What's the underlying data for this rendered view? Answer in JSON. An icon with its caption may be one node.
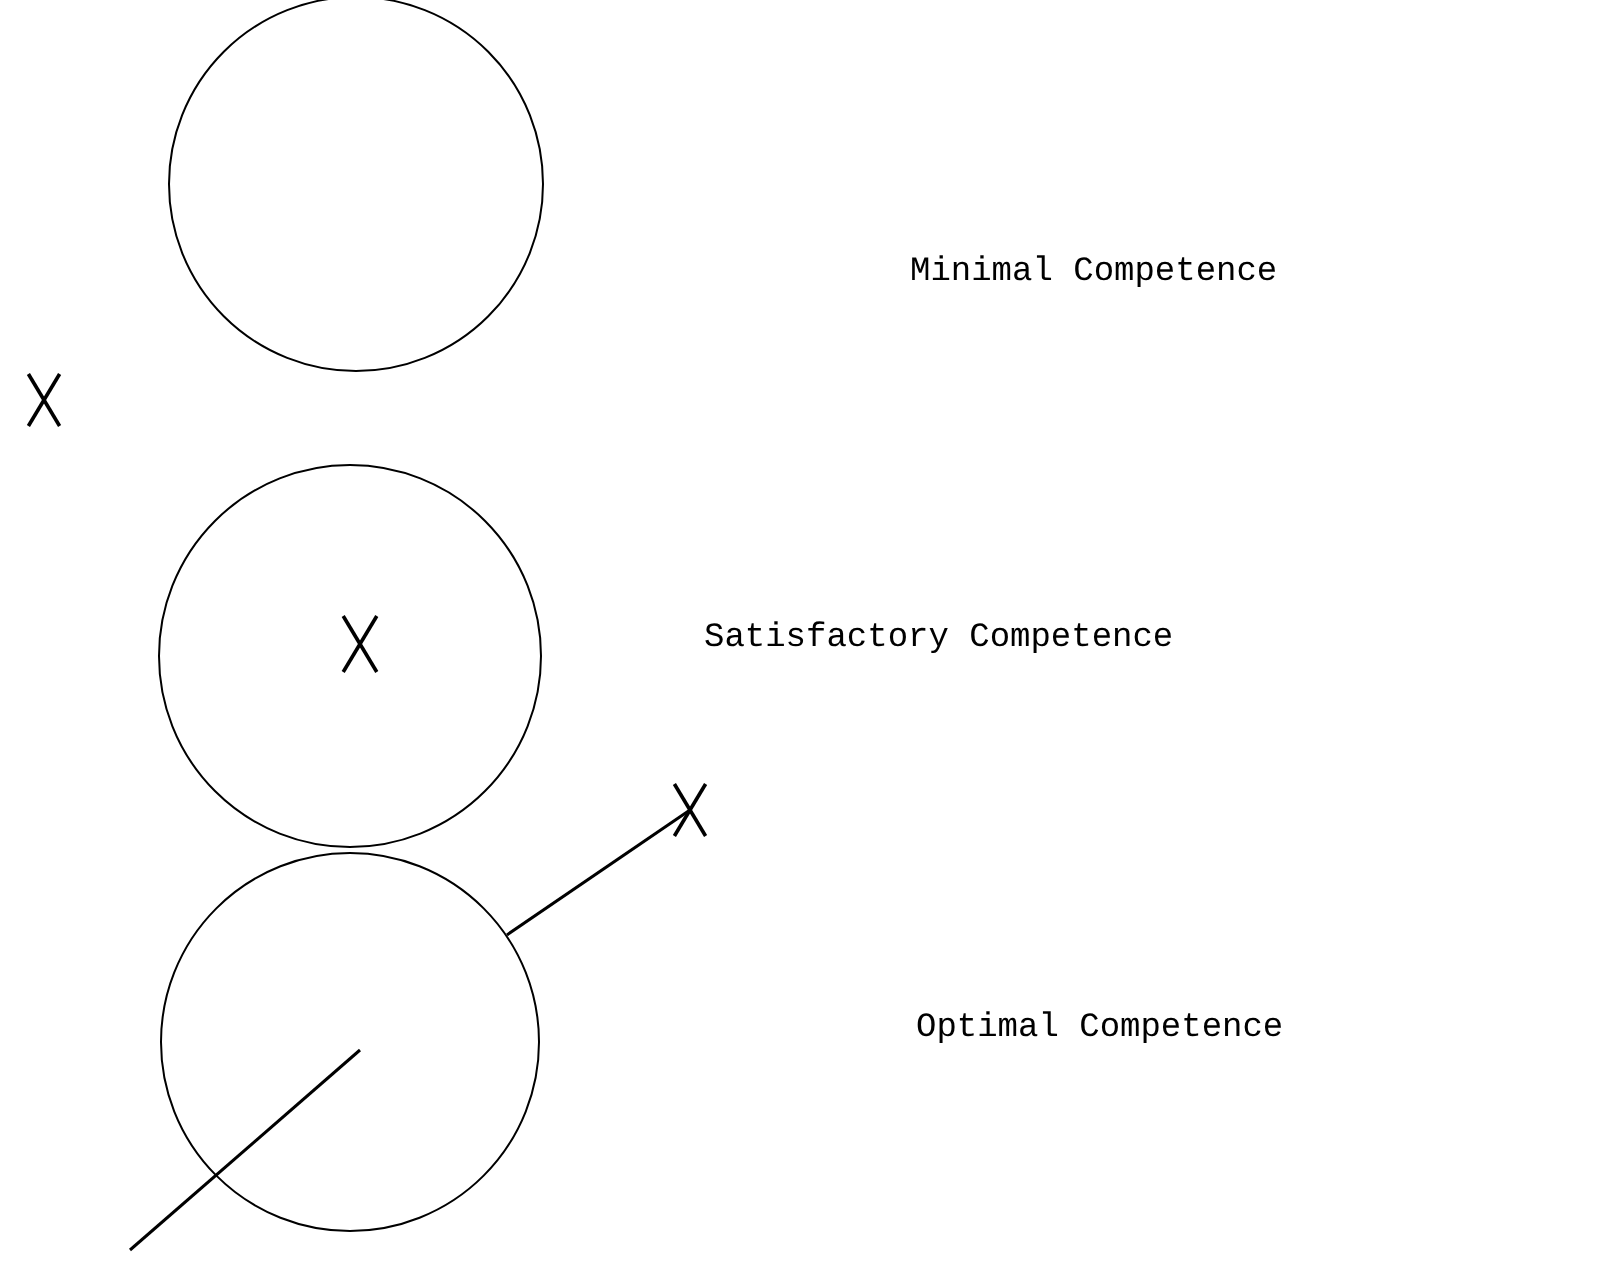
{
  "diagram": {
    "nodes": [
      {
        "text": [],
        "shape": "circle"
      },
      {
        "text": [],
        "shape": "circle"
      },
      {
        "text": [],
        "shape": "circle"
      },
      {
        "text": [],
        "shape": "cross"
      }
    ],
    "edges": [
      {
        "from": 2,
        "to": 3,
        "arrow": "none"
      }
    ],
    "labels": [
      "Minimal Competence",
      "Satisfactory Competence",
      "Optimal Competence"
    ]
  }
}
